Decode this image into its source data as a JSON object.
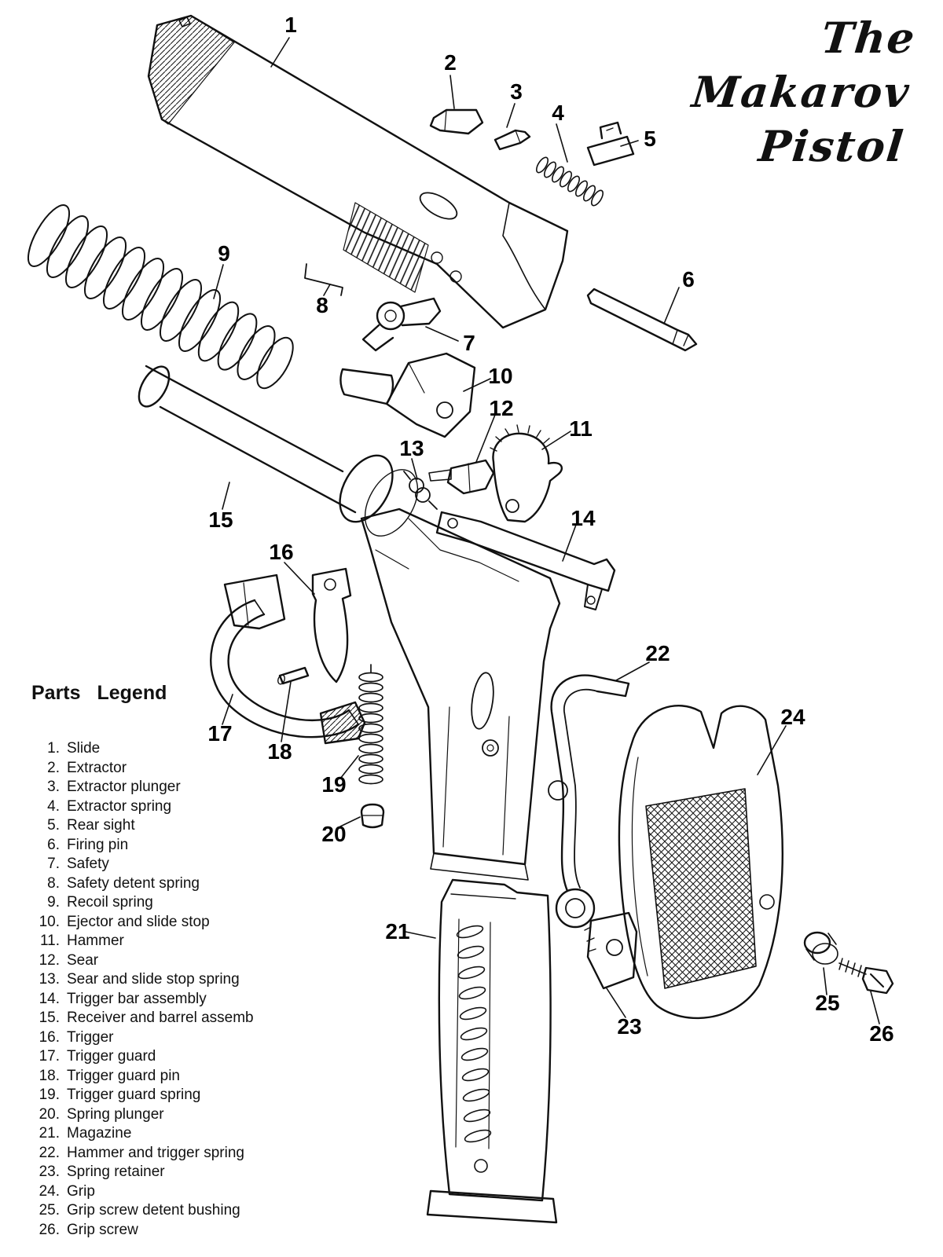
{
  "title": {
    "line1": "The",
    "line2": "Makarov",
    "line3": "Pistol"
  },
  "colors": {
    "ink": "#111111",
    "paper": "#ffffff"
  },
  "legend": {
    "heading": "Parts Legend",
    "items": [
      {
        "num": "1.",
        "label": "Slide"
      },
      {
        "num": "2.",
        "label": "Extractor"
      },
      {
        "num": "3.",
        "label": "Extractor plunger"
      },
      {
        "num": "4.",
        "label": "Extractor spring"
      },
      {
        "num": "5.",
        "label": "Rear sight"
      },
      {
        "num": "6.",
        "label": "Firing pin"
      },
      {
        "num": "7.",
        "label": "Safety"
      },
      {
        "num": "8.",
        "label": "Safety detent spring"
      },
      {
        "num": "9.",
        "label": "Recoil spring"
      },
      {
        "num": "10.",
        "label": "Ejector and slide stop"
      },
      {
        "num": "11.",
        "label": "Hammer"
      },
      {
        "num": "12.",
        "label": "Sear"
      },
      {
        "num": "13.",
        "label": "Sear and slide stop spring"
      },
      {
        "num": "14.",
        "label": "Trigger bar assembly"
      },
      {
        "num": "15.",
        "label": "Receiver and barrel assemb"
      },
      {
        "num": "16.",
        "label": "Trigger"
      },
      {
        "num": "17.",
        "label": "Trigger guard"
      },
      {
        "num": "18.",
        "label": "Trigger guard pin"
      },
      {
        "num": "19.",
        "label": "Trigger guard spring"
      },
      {
        "num": "20.",
        "label": "Spring plunger"
      },
      {
        "num": "21.",
        "label": "Magazine"
      },
      {
        "num": "22.",
        "label": "Hammer and trigger spring"
      },
      {
        "num": "23.",
        "label": "Spring retainer"
      },
      {
        "num": "24.",
        "label": "Grip"
      },
      {
        "num": "25.",
        "label": "Grip screw detent bushing"
      },
      {
        "num": "26.",
        "label": "Grip screw"
      }
    ]
  },
  "callouts": [
    "1",
    "2",
    "3",
    "4",
    "5",
    "6",
    "7",
    "8",
    "9",
    "10",
    "11",
    "12",
    "13",
    "14",
    "15",
    "16",
    "17",
    "18",
    "19",
    "20",
    "21",
    "22",
    "23",
    "24",
    "25",
    "26"
  ]
}
